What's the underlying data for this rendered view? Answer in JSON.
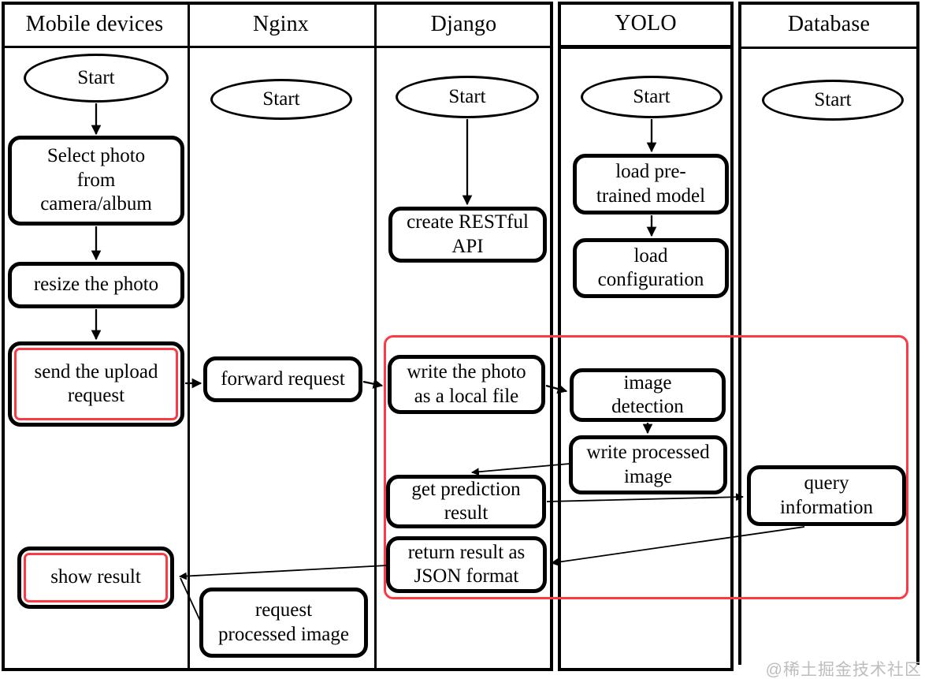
{
  "colors": {
    "red": "#fa3b46",
    "black": "#000000",
    "watermark_gray": "#bdbdbd"
  },
  "watermark": "@稀土掘金技术社区",
  "lanes": [
    {
      "title": "Mobile devices",
      "start": "Start"
    },
    {
      "title": "Nginx",
      "start": "Start"
    },
    {
      "title": "Django",
      "start": "Start"
    },
    {
      "title": "YOLO",
      "start": "Start"
    },
    {
      "title": "Database",
      "start": "Start"
    }
  ],
  "nodes": {
    "select_photo": "Select photo\nfrom\ncamera/album",
    "resize_photo": "resize the photo",
    "send_upload": "send the upload\nrequest",
    "show_result": "show result",
    "forward_request": "forward request",
    "request_processed": "request\nprocessed image",
    "create_api": "create RESTful\nAPI",
    "write_photo": "write the photo\nas a local file",
    "get_prediction": "get prediction\nresult",
    "return_json": "return result as\nJSON format",
    "load_model": "load pre-\ntrained model",
    "load_config": "load\nconfiguration",
    "image_detection": "image\ndetection",
    "write_processed": "write processed\nimage",
    "query_info": "query\ninformation"
  }
}
